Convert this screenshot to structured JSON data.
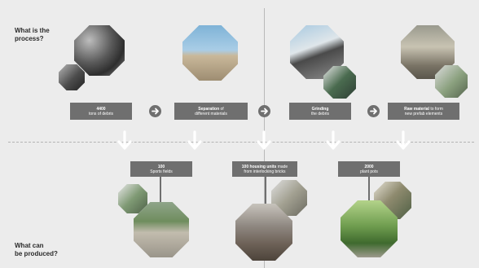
{
  "question_process": "What is the\nprocess?",
  "question_produced": "What can\nbe produced?",
  "process_steps": [
    {
      "strong": "4400",
      "rest": "tons of debris"
    },
    {
      "strong": "Separation",
      "rest": "of\ndifferent materials"
    },
    {
      "strong": "Grinding",
      "rest": "the debris"
    },
    {
      "strong": "Raw material",
      "rest": "to form\nnew prefab elements"
    }
  ],
  "products": [
    {
      "strong": "100",
      "rest": "Sports fields"
    },
    {
      "strong": "100 housing units",
      "rest": "made\nfrom interlocking bricks"
    },
    {
      "strong": "2000",
      "rest": "plant pots"
    }
  ],
  "icons": {
    "arrow_right": "arrow-right-icon",
    "arrow_down": "arrow-down-icon"
  },
  "colors": {
    "background": "#ececec",
    "box": "#6f6f6f",
    "arrow_down": "#ffffff"
  }
}
